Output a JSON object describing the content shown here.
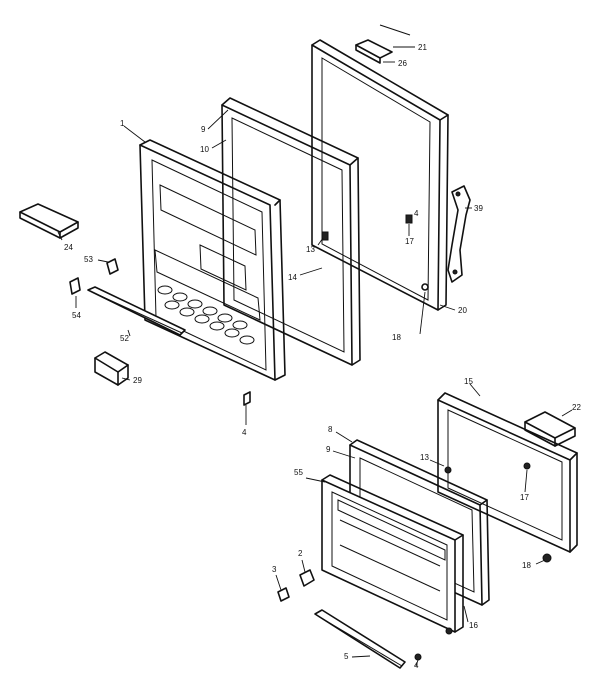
{
  "callouts": {
    "c1": "1",
    "c9a": "9",
    "c10": "10",
    "c21": "21",
    "c26": "26",
    "c24": "24",
    "c53": "53",
    "c54": "54",
    "c52": "52",
    "c29": "29",
    "c4a": "4",
    "c13a": "13",
    "c14": "14",
    "c4b": "4",
    "c17a": "17",
    "c39": "39",
    "c18a": "18",
    "c20": "20",
    "c15": "15",
    "c22": "22",
    "c8": "8",
    "c9b": "9",
    "c13b": "13",
    "c55": "55",
    "c17b": "17",
    "c18b": "18",
    "c2": "2",
    "c3": "3",
    "c16": "16",
    "c5": "5",
    "c4c": "4"
  }
}
